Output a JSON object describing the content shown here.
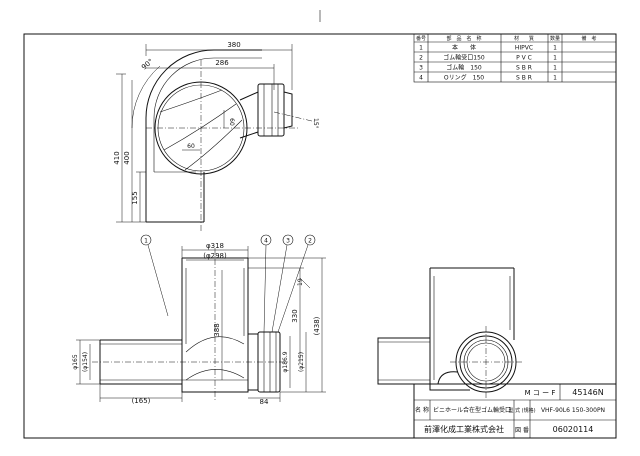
{
  "parts_table": {
    "headers": [
      "番号",
      "部　品　名　称",
      "材　　質",
      "数量",
      "備　考"
    ],
    "rows": [
      [
        "1",
        "本　　体",
        "HIPVC",
        "1",
        ""
      ],
      [
        "2",
        "ゴム輪受口150",
        "P V C",
        "1",
        ""
      ],
      [
        "3",
        "ゴム輪　150",
        "S B R",
        "1",
        ""
      ],
      [
        "4",
        "Oリング　150",
        "S B R",
        "1",
        ""
      ]
    ]
  },
  "title_block": {
    "code_label": "M コ ー F",
    "code_value": "45146N",
    "name_label": "名 称",
    "name_value": "ビニホール合在型ゴム輪受口",
    "model_label": "型 式\n(規格)",
    "model_value": "VHF-90L6  150-300PN",
    "company": "前澤化成工業株式会社",
    "doc_label": "図 番",
    "doc_number": "06020114"
  },
  "dimensions": {
    "top_380": "380",
    "top_286": "286",
    "angle_90": "90°",
    "d60a": "60",
    "d60b": "60",
    "ang15": "15°",
    "h410": "410",
    "h400": "400",
    "h155": "155",
    "phi318": "φ318",
    "phi298": "(φ298)",
    "h388": "388",
    "h330": "330",
    "h438": "(438)",
    "phi165": "φ165",
    "phi154": "(φ154)",
    "phi1869": "φ186.9",
    "phi215": "(φ215)",
    "d165": "(165)",
    "d84": "84",
    "d19": "19"
  },
  "balloons": [
    "1",
    "4",
    "3",
    "2"
  ]
}
